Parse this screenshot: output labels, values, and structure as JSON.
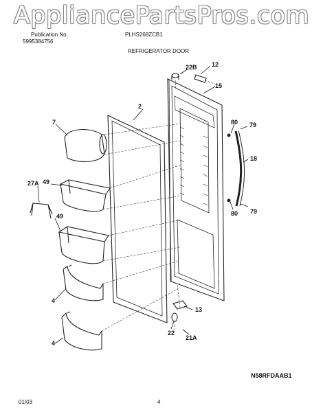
{
  "watermark": "AppliancePartsPros.com",
  "header": {
    "publication_label": "Publication No.",
    "publication_number": "5995384756",
    "model": "PLHS268ZCB1",
    "section_title": "REFRIGERATOR DOOR"
  },
  "callouts": {
    "c12": "12",
    "c22b": "22B",
    "c15": "15",
    "c2": "2",
    "c7": "7",
    "c80a": "80",
    "c79a": "79",
    "c18": "18",
    "c27a": "27A",
    "c49a": "49",
    "c49b": "49",
    "c80b": "80",
    "c79b": "79",
    "c4a": "4",
    "c4b": "4",
    "c13": "13",
    "c22": "22",
    "c21a": "21A"
  },
  "footer": {
    "date": "01/03",
    "page": "4",
    "diagram_code": "N58RFDAAB1"
  }
}
